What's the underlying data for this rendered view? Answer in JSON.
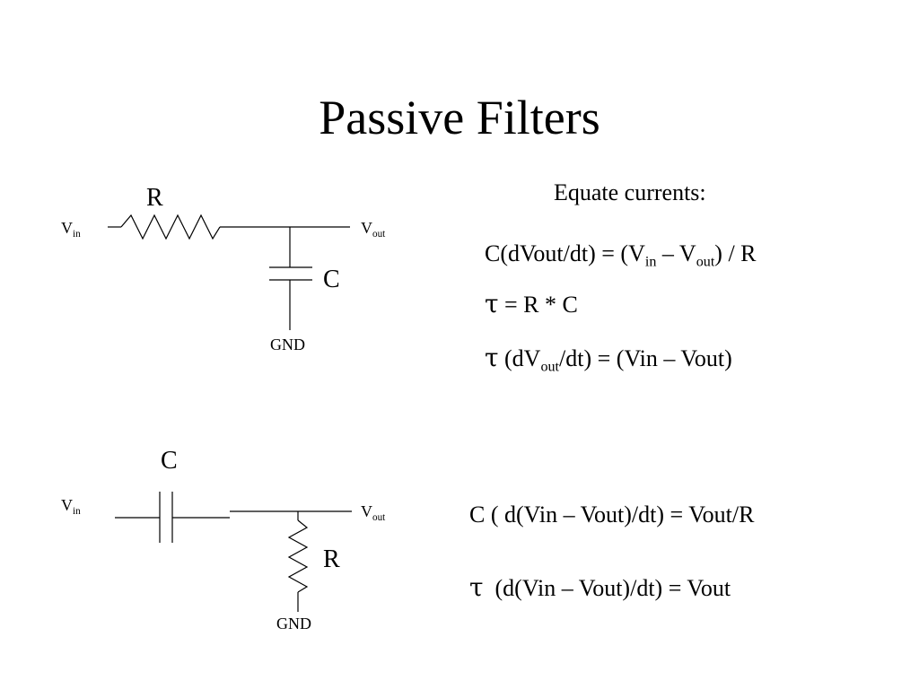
{
  "slide": {
    "title": "Passive Filters"
  },
  "lowpass": {
    "r_label": "R",
    "c_label": "C",
    "gnd_label": "GND",
    "vin": {
      "base": "V",
      "sub": "in"
    },
    "vout": {
      "base": "V",
      "sub": "out"
    }
  },
  "highpass": {
    "c_label": "C",
    "r_label": "R",
    "gnd_label": "GND",
    "vin": {
      "base": "V",
      "sub": "in"
    },
    "vout": {
      "base": "V",
      "sub": "out"
    }
  },
  "lowpass_eqs": {
    "heading": "Equate currents:",
    "eq1": {
      "p1": "C(dVout/dt) = (V",
      "s1": "in",
      "p2": " – V",
      "s2": "out",
      "p3": ") / R"
    },
    "eq2": {
      "tau": "τ",
      "text": " = R * C"
    },
    "eq3": {
      "tau": "τ",
      "p1": " (dV",
      "s1": "out",
      "p2": "/dt) = (Vin – Vout)"
    }
  },
  "highpass_eqs": {
    "eq1": "C ( d(Vin – Vout)/dt) = Vout/R",
    "eq2": {
      "tau": "τ",
      "text": "  (d(Vin – Vout)/dt) = Vout"
    }
  }
}
